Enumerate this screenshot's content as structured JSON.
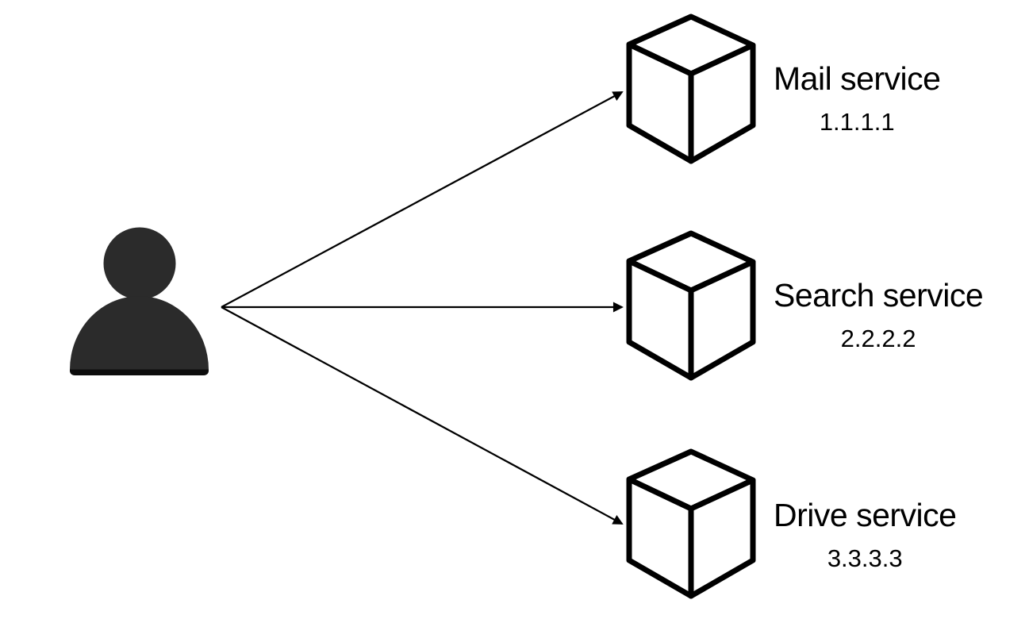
{
  "colors": {
    "background": "#ffffff",
    "line_color": "#000000",
    "text_color": "#000000",
    "person_fill": "#2b2b2b",
    "person_shadow": "#0c0c0c",
    "cube_fill": "#ffffff",
    "cube_stroke": "#000000"
  },
  "icons": {
    "user": "user-silhouette-icon",
    "service": "server-cube-icon",
    "connector": "arrow-line"
  },
  "services": [
    {
      "name": "Mail service",
      "ip": "1.1.1.1"
    },
    {
      "name": "Search service",
      "ip": "2.2.2.2"
    },
    {
      "name": "Drive service",
      "ip": "3.3.3.3"
    }
  ]
}
